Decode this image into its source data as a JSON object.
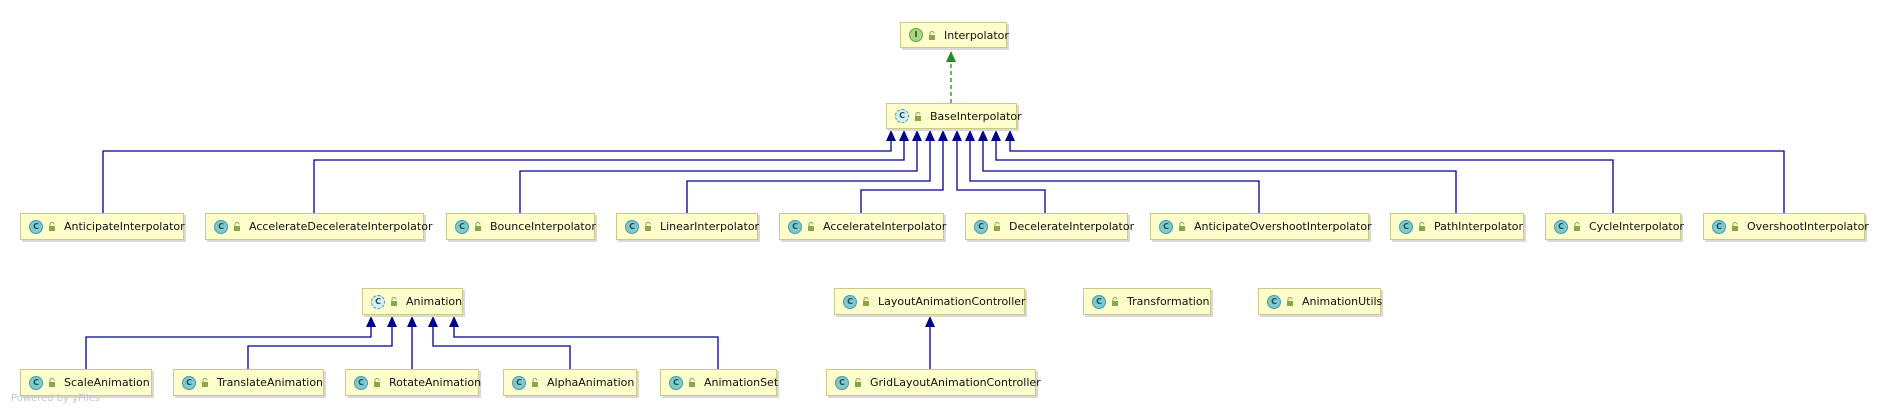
{
  "diagram": {
    "interface": {
      "label": "Interpolator",
      "kind": "I"
    },
    "base": {
      "label": "BaseInterpolator",
      "kind": "C"
    },
    "interpolators": [
      "AnticipateInterpolator",
      "AccelerateDecelerateInterpolator",
      "BounceInterpolator",
      "LinearInterpolator",
      "AccelerateInterpolator",
      "DecelerateInterpolator",
      "AnticipateOvershootInterpolator",
      "PathInterpolator",
      "CycleInterpolator",
      "OvershootInterpolator"
    ],
    "animation": {
      "label": "Animation",
      "kind": "C"
    },
    "animations": [
      "ScaleAnimation",
      "TranslateAnimation",
      "RotateAnimation",
      "AlphaAnimation",
      "AnimationSet"
    ],
    "layout_controller": {
      "label": "LayoutAnimationController",
      "kind": "C"
    },
    "grid_controller": {
      "label": "GridLayoutAnimationController",
      "kind": "C"
    },
    "transformation": {
      "label": "Transformation",
      "kind": "C"
    },
    "animation_utils": {
      "label": "AnimationUtils",
      "kind": "C"
    },
    "watermark": "Powered by yFiles"
  },
  "colors": {
    "extends_edge": "#00008b",
    "implements_edge": "#228b22",
    "node_fill": "#fefecd",
    "node_border": "#c9c98a"
  },
  "icons": {
    "class": "class-icon",
    "interface": "interface-icon",
    "visibility": "lock-icon"
  }
}
